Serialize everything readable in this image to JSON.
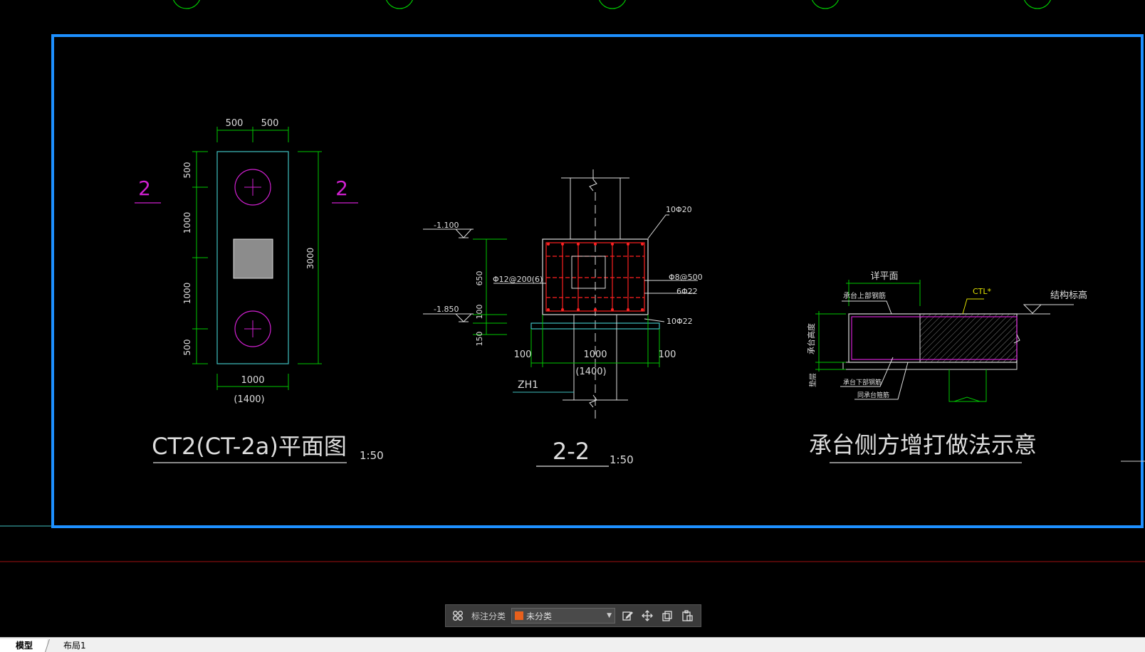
{
  "drawing": {
    "plan": {
      "dim_top": [
        "500",
        "500"
      ],
      "dim_left": [
        "500",
        "1000",
        "1000",
        "500"
      ],
      "dim_right": "3000",
      "dim_bottom": "1000",
      "dim_bottom_paren": "(1400)",
      "section_mark_left": "2",
      "section_mark_right": "2",
      "title": "CT2(CT-2a)平面图",
      "scale": "1:50"
    },
    "section": {
      "elev_top": "-1.100",
      "elev_bottom": "-1.850",
      "dim_v": [
        "650",
        "100",
        "150"
      ],
      "rebar_top": "10Φ20",
      "rebar_stirrup": "Φ12@200(6)",
      "rebar_side": "Φ8@500",
      "rebar_side2": "6Φ22",
      "rebar_bottom": "10Φ22",
      "dim_h": [
        "100",
        "1000",
        "100"
      ],
      "dim_h_paren": "(1400)",
      "pile_label": "ZH1",
      "title": "2-2",
      "scale": "1:50"
    },
    "detail": {
      "label_top": "详平面",
      "label_ctl": "CTL*",
      "label_elev": "结构标高",
      "label_top_rebar": "承台上部钢筋",
      "label_height": "承台高度",
      "label_cushion": "垫层",
      "label_bottom_rebar": "承台下部钢筋",
      "label_same": "同承台箍筋",
      "title": "承台侧方增打做法示意"
    }
  },
  "toolbar": {
    "label": "标注分类",
    "select_value": "未分类",
    "swatch_color": "#e8601c",
    "icons": [
      "grid-icon",
      "edit-icon",
      "move-icon",
      "copy-icon",
      "paste-icon"
    ]
  },
  "tabs": [
    "模型",
    "布局1"
  ],
  "colors": {
    "frame": "#1e90ff",
    "green": "#00c800",
    "magenta": "#d020d0",
    "red": "#ff2020",
    "cyan": "#40c0c0",
    "yellow": "#e0e000",
    "white": "#ffffff"
  }
}
